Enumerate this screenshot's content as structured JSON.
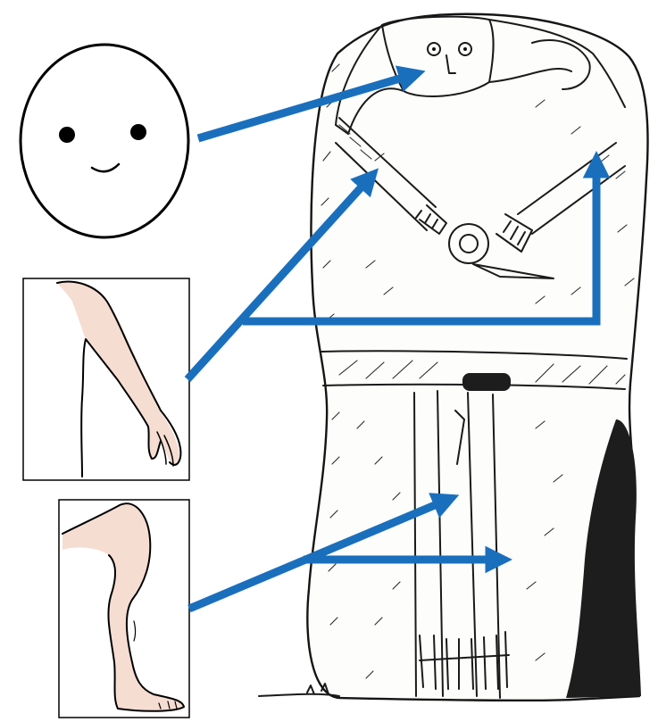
{
  "figure": {
    "panels": [
      {
        "icon": "face-icon",
        "body_part": "head"
      },
      {
        "icon": "arm-icon",
        "body_part": "arm"
      },
      {
        "icon": "leg-icon",
        "body_part": "leg"
      }
    ],
    "subject": "statue-menhir-drawing",
    "arrow_color": "#1a6fbd",
    "skin_color": "#f6ddd2"
  }
}
